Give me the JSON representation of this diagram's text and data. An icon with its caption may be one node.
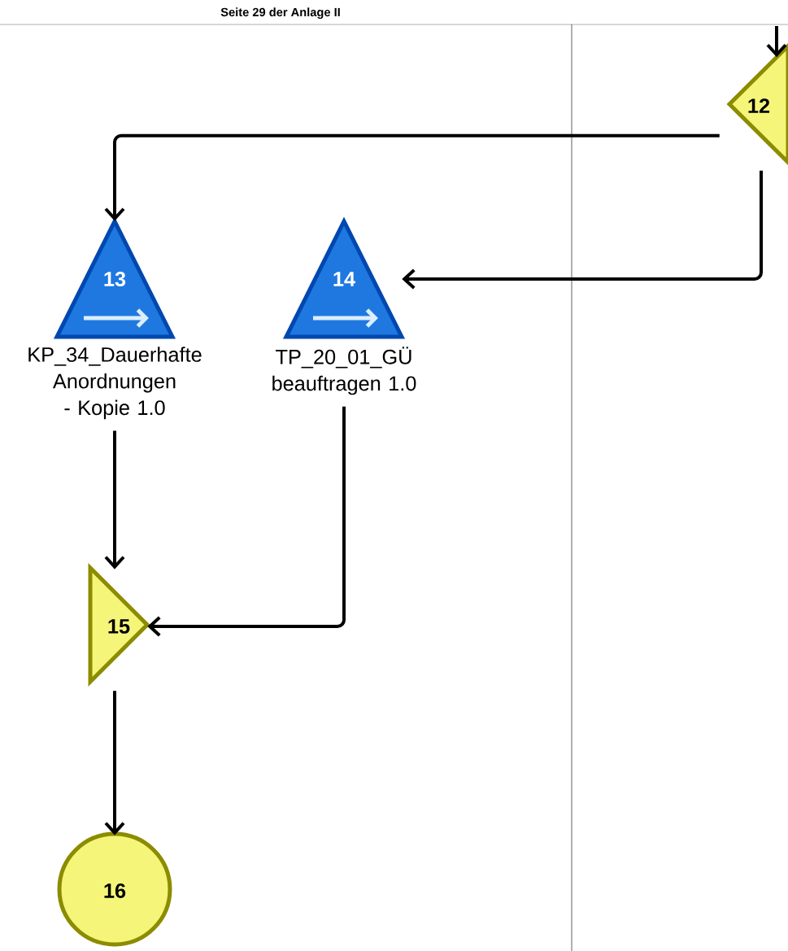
{
  "diagram": {
    "title": "Seite 29 der Anlage II",
    "nodes": [
      {
        "text": [
          "12"
        ]
      },
      {
        "text": [
          "13"
        ],
        "beside": [
          "KP_34_Dauerhafte Anordnungen - Kopie 1.0"
        ]
      },
      {
        "text": [
          "14"
        ],
        "beside": [
          "TP_20_01_GÜ beauftragen 1.0"
        ]
      },
      {
        "text": [
          "15"
        ]
      },
      {
        "text": [
          "16"
        ]
      }
    ],
    "edges": [
      {
        "from": null,
        "to": 0,
        "arrow": "to"
      },
      {
        "from": 0,
        "to": 1,
        "arrow": "to"
      },
      {
        "from": 0,
        "to": 2,
        "arrow": "to"
      },
      {
        "from": 1,
        "to": 3,
        "arrow": "to"
      },
      {
        "from": 2,
        "to": 3,
        "arrow": "to"
      },
      {
        "from": 3,
        "to": 4,
        "arrow": "to"
      }
    ]
  }
}
